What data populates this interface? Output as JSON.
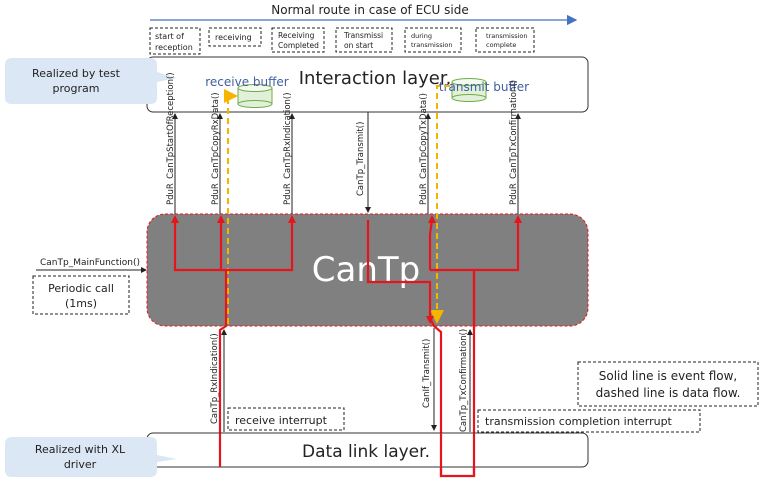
{
  "route_title": "Normal route in case of ECU side",
  "phases": [
    [
      "start of",
      "reception"
    ],
    [
      "receiving"
    ],
    [
      "Receiving",
      "Completed"
    ],
    [
      "Transmissi",
      "on start"
    ],
    [
      "during",
      "transmission"
    ],
    [
      "transmission",
      "complete"
    ]
  ],
  "interaction_layer": "Interaction layer.",
  "realized_by_test": [
    "Realized by test",
    "program"
  ],
  "receive_buffer": "receive buffer",
  "transmit_buffer": "transmit buffer",
  "upper_functions": [
    "PduR_CanTpStartOfReception()",
    "PduR_CanTpCopyRxData()",
    "PduR_CanTpRxIndication()",
    "CanTp_Transmit()",
    "PduR_CanTpCopyTxData()",
    "PduR_CanTpTxConfirmation()"
  ],
  "cantp": "CanTp",
  "main_function": "CanTp_MainFunction()",
  "periodic_call": [
    "Periodic call",
    "(1ms)"
  ],
  "lower_functions": [
    "CanTp_RxIndication()",
    "CanIf_Transmit()",
    "CanTp_TxConfirmation()"
  ],
  "legend": [
    "Solid line is event flow,",
    "dashed line is data flow."
  ],
  "receive_interrupt": "receive interrupt",
  "tx_complete_interrupt": "transmission completion interrupt",
  "data_link_layer": "Data link layer.",
  "realized_with_xl": [
    "Realized with XL",
    "driver"
  ],
  "colors": {
    "event_flow": "#e8141b",
    "data_flow": "#f5b400",
    "route_arrow": "#4472c4",
    "callout": "#dbe7f4",
    "cantp_fill": "#808080",
    "cantp_border": "#e8141b",
    "buffer_fill": "#e2efd9",
    "buffer_stroke": "#70ad47"
  }
}
